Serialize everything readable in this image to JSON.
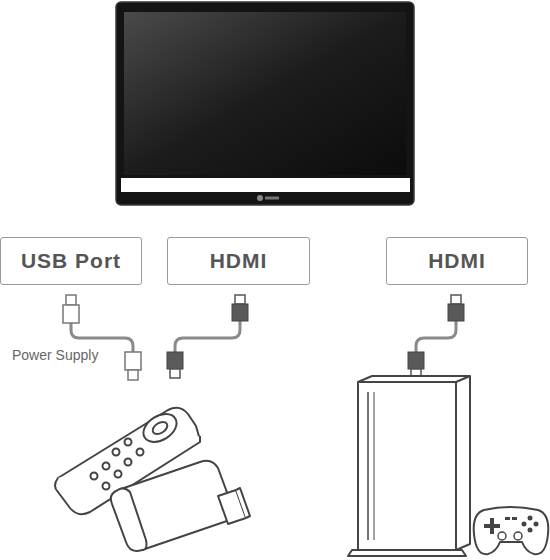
{
  "diagram": {
    "nodes": [
      {
        "text": [
          "USB Port"
        ]
      },
      {
        "text": [
          "HDMI"
        ]
      },
      {
        "text": [
          "HDMI"
        ]
      }
    ],
    "labels": [
      "Power Supply"
    ]
  }
}
